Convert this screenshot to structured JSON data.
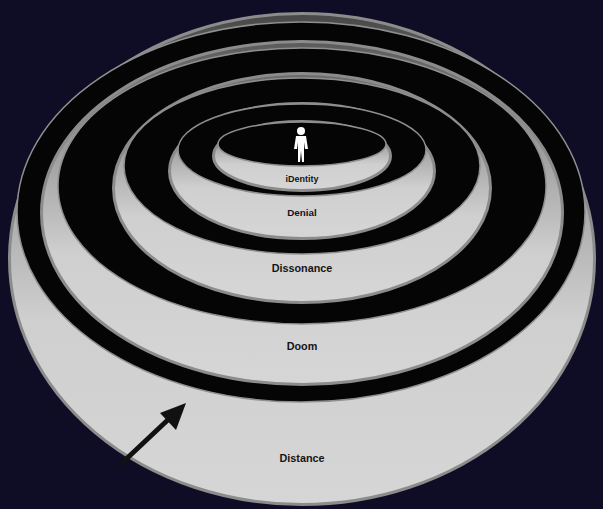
{
  "diagram": {
    "nodes": [
      {
        "text": [
          "Distance"
        ]
      },
      {
        "text": [
          "Doom"
        ],
        "in": 0
      },
      {
        "text": [
          "Dissonance"
        ],
        "in": 1
      },
      {
        "text": [
          "Denial"
        ],
        "in": 2
      },
      {
        "text": [
          "iDentity"
        ],
        "in": 3
      }
    ]
  }
}
